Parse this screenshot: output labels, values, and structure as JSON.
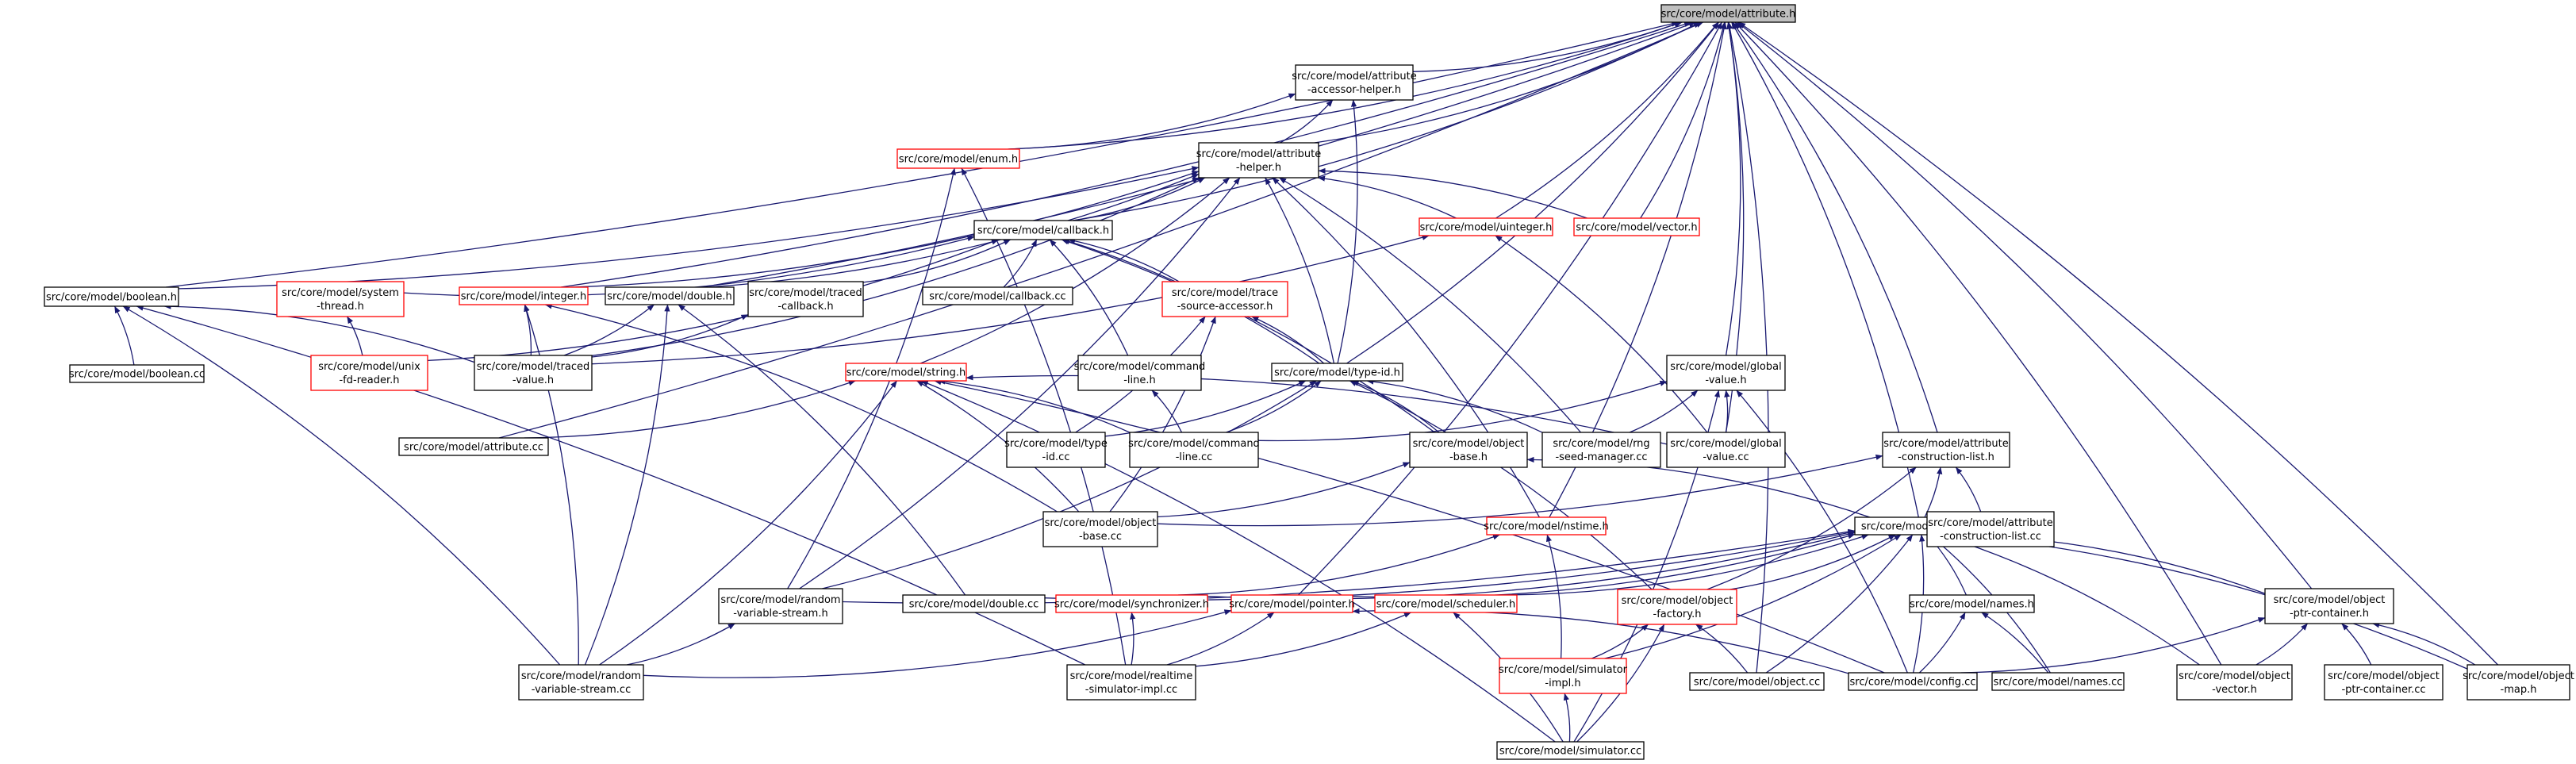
{
  "colors": {
    "edge": "#191970",
    "root_fill": "#bfbfbf",
    "node_fill": "#ffffff",
    "normal_border": "#000000",
    "truncated_border": "#ff0000"
  },
  "nodes": [
    {
      "id": "attribute_h",
      "lines": [
        "src/core/model/attribute.h"
      ],
      "style": "root"
    },
    {
      "id": "accessor_helper_h",
      "lines": [
        "src/core/model/attribute",
        "-accessor-helper.h"
      ],
      "style": "normal"
    },
    {
      "id": "enum_h",
      "lines": [
        "src/core/model/enum.h"
      ],
      "style": "truncated"
    },
    {
      "id": "attribute_helper_h",
      "lines": [
        "src/core/model/attribute",
        "-helper.h"
      ],
      "style": "normal"
    },
    {
      "id": "uinteger_h",
      "lines": [
        "src/core/model/uinteger.h"
      ],
      "style": "truncated"
    },
    {
      "id": "vector_h",
      "lines": [
        "src/core/model/vector.h"
      ],
      "style": "truncated"
    },
    {
      "id": "callback_h",
      "lines": [
        "src/core/model/callback.h"
      ],
      "style": "normal"
    },
    {
      "id": "boolean_h",
      "lines": [
        "src/core/model/boolean.h"
      ],
      "style": "normal"
    },
    {
      "id": "system_thread_h",
      "lines": [
        "src/core/model/system",
        "-thread.h"
      ],
      "style": "truncated"
    },
    {
      "id": "integer_h",
      "lines": [
        "src/core/model/integer.h"
      ],
      "style": "truncated"
    },
    {
      "id": "double_h",
      "lines": [
        "src/core/model/double.h"
      ],
      "style": "normal"
    },
    {
      "id": "traced_callback_h",
      "lines": [
        "src/core/model/traced",
        "-callback.h"
      ],
      "style": "normal"
    },
    {
      "id": "callback_cc",
      "lines": [
        "src/core/model/callback.cc"
      ],
      "style": "normal"
    },
    {
      "id": "trace_source_accessor_h",
      "lines": [
        "src/core/model/trace",
        "-source-accessor.h"
      ],
      "style": "truncated"
    },
    {
      "id": "boolean_cc",
      "lines": [
        "src/core/model/boolean.cc"
      ],
      "style": "normal"
    },
    {
      "id": "unix_fd_reader_h",
      "lines": [
        "src/core/model/unix",
        "-fd-reader.h"
      ],
      "style": "truncated"
    },
    {
      "id": "traced_value_h",
      "lines": [
        "src/core/model/traced",
        "-value.h"
      ],
      "style": "normal"
    },
    {
      "id": "command_line_h",
      "lines": [
        "src/core/model/command",
        "-line.h"
      ],
      "style": "normal"
    },
    {
      "id": "type_id_h",
      "lines": [
        "src/core/model/type-id.h"
      ],
      "style": "normal"
    },
    {
      "id": "global_value_h",
      "lines": [
        "src/core/model/global",
        "-value.h"
      ],
      "style": "normal"
    },
    {
      "id": "string_h",
      "lines": [
        "src/core/model/string.h"
      ],
      "style": "truncated"
    },
    {
      "id": "attribute_cc",
      "lines": [
        "src/core/model/attribute.cc"
      ],
      "style": "normal"
    },
    {
      "id": "type_id_cc",
      "lines": [
        "src/core/model/type",
        "-id.cc"
      ],
      "style": "normal"
    },
    {
      "id": "command_line_cc",
      "lines": [
        "src/core/model/command",
        "-line.cc"
      ],
      "style": "normal"
    },
    {
      "id": "object_base_h",
      "lines": [
        "src/core/model/object",
        "-base.h"
      ],
      "style": "normal"
    },
    {
      "id": "rng_seed_manager_cc",
      "lines": [
        "src/core/model/rng",
        "-seed-manager.cc"
      ],
      "style": "normal"
    },
    {
      "id": "global_value_cc",
      "lines": [
        "src/core/model/global",
        "-value.cc"
      ],
      "style": "normal"
    },
    {
      "id": "construction_list_h",
      "lines": [
        "src/core/model/attribute",
        "-construction-list.h"
      ],
      "style": "normal"
    },
    {
      "id": "object_base_cc",
      "lines": [
        "src/core/model/object",
        "-base.cc"
      ],
      "style": "normal"
    },
    {
      "id": "nstime_h",
      "lines": [
        "src/core/model/nstime.h"
      ],
      "style": "truncated"
    },
    {
      "id": "object_h",
      "lines": [
        "src/core/model/object.h"
      ],
      "style": "normal"
    },
    {
      "id": "construction_list_cc",
      "lines": [
        "src/core/model/attribute",
        "-construction-list.cc"
      ],
      "style": "normal"
    },
    {
      "id": "random_variable_stream_h",
      "lines": [
        "src/core/model/random",
        "-variable-stream.h"
      ],
      "style": "normal"
    },
    {
      "id": "double_cc",
      "lines": [
        "src/core/model/double.cc"
      ],
      "style": "normal"
    },
    {
      "id": "synchronizer_h",
      "lines": [
        "src/core/model/synchronizer.h"
      ],
      "style": "truncated"
    },
    {
      "id": "pointer_h",
      "lines": [
        "src/core/model/pointer.h"
      ],
      "style": "truncated"
    },
    {
      "id": "scheduler_h",
      "lines": [
        "src/core/model/scheduler.h"
      ],
      "style": "truncated"
    },
    {
      "id": "object_factory_h",
      "lines": [
        "src/core/model/object",
        "-factory.h"
      ],
      "style": "truncated"
    },
    {
      "id": "names_h",
      "lines": [
        "src/core/model/names.h"
      ],
      "style": "normal"
    },
    {
      "id": "object_ptr_container_h",
      "lines": [
        "src/core/model/object",
        "-ptr-container.h"
      ],
      "style": "normal"
    },
    {
      "id": "random_variable_stream_cc",
      "lines": [
        "src/core/model/random",
        "-variable-stream.cc"
      ],
      "style": "normal"
    },
    {
      "id": "realtime_simulator_impl_cc",
      "lines": [
        "src/core/model/realtime",
        "-simulator-impl.cc"
      ],
      "style": "normal"
    },
    {
      "id": "simulator_impl_h",
      "lines": [
        "src/core/model/simulator",
        "-impl.h"
      ],
      "style": "truncated"
    },
    {
      "id": "object_cc",
      "lines": [
        "src/core/model/object.cc"
      ],
      "style": "normal"
    },
    {
      "id": "config_cc",
      "lines": [
        "src/core/model/config.cc"
      ],
      "style": "normal"
    },
    {
      "id": "names_cc",
      "lines": [
        "src/core/model/names.cc"
      ],
      "style": "normal"
    },
    {
      "id": "object_vector_h",
      "lines": [
        "src/core/model/object",
        "-vector.h"
      ],
      "style": "normal"
    },
    {
      "id": "object_ptr_container_cc",
      "lines": [
        "src/core/model/object",
        "-ptr-container.cc"
      ],
      "style": "normal"
    },
    {
      "id": "object_map_h",
      "lines": [
        "src/core/model/object",
        "-map.h"
      ],
      "style": "normal"
    },
    {
      "id": "simulator_cc",
      "lines": [
        "src/core/model/simulator.cc"
      ],
      "style": "normal"
    }
  ],
  "edges": [
    [
      "accessor_helper_h",
      "attribute_h"
    ],
    [
      "enum_h",
      "attribute_h"
    ],
    [
      "attribute_helper_h",
      "attribute_h"
    ],
    [
      "uinteger_h",
      "attribute_h"
    ],
    [
      "vector_h",
      "attribute_h"
    ],
    [
      "callback_h",
      "attribute_h"
    ],
    [
      "boolean_h",
      "attribute_h"
    ],
    [
      "integer_h",
      "attribute_h"
    ],
    [
      "double_h",
      "attribute_h"
    ],
    [
      "type_id_h",
      "attribute_h"
    ],
    [
      "global_value_h",
      "attribute_h"
    ],
    [
      "global_value_cc",
      "attribute_h"
    ],
    [
      "construction_list_h",
      "attribute_h"
    ],
    [
      "nstime_h",
      "attribute_h"
    ],
    [
      "object_h",
      "attribute_h"
    ],
    [
      "pointer_h",
      "attribute_h"
    ],
    [
      "object_ptr_container_h",
      "attribute_h"
    ],
    [
      "object_cc",
      "attribute_h"
    ],
    [
      "object_vector_h",
      "attribute_h"
    ],
    [
      "object_map_h",
      "attribute_h"
    ],
    [
      "attribute_cc",
      "attribute_h"
    ],
    [
      "enum_h",
      "accessor_helper_h"
    ],
    [
      "attribute_helper_h",
      "accessor_helper_h"
    ],
    [
      "type_id_h",
      "accessor_helper_h"
    ],
    [
      "random_variable_stream_h",
      "enum_h"
    ],
    [
      "realtime_simulator_impl_cc",
      "enum_h"
    ],
    [
      "callback_h",
      "attribute_helper_h"
    ],
    [
      "boolean_h",
      "attribute_helper_h"
    ],
    [
      "integer_h",
      "attribute_helper_h"
    ],
    [
      "double_h",
      "attribute_helper_h"
    ],
    [
      "uinteger_h",
      "attribute_helper_h"
    ],
    [
      "vector_h",
      "attribute_helper_h"
    ],
    [
      "type_id_h",
      "attribute_helper_h"
    ],
    [
      "string_h",
      "attribute_helper_h"
    ],
    [
      "nstime_h",
      "attribute_helper_h"
    ],
    [
      "rng_seed_manager_cc",
      "attribute_helper_h"
    ],
    [
      "traced_value_h",
      "attribute_helper_h"
    ],
    [
      "random_variable_stream_h",
      "attribute_helper_h"
    ],
    [
      "system_thread_h",
      "callback_h"
    ],
    [
      "traced_callback_h",
      "callback_h"
    ],
    [
      "callback_cc",
      "callback_h"
    ],
    [
      "trace_source_accessor_h",
      "callback_h"
    ],
    [
      "unix_fd_reader_h",
      "callback_h"
    ],
    [
      "command_line_h",
      "callback_h"
    ],
    [
      "type_id_h",
      "callback_h"
    ],
    [
      "object_base_h",
      "callback_h"
    ],
    [
      "traced_value_h",
      "uinteger_h"
    ],
    [
      "global_value_cc",
      "uinteger_h"
    ],
    [
      "boolean_cc",
      "boolean_h"
    ],
    [
      "traced_value_h",
      "boolean_h"
    ],
    [
      "random_variable_stream_cc",
      "boolean_h"
    ],
    [
      "realtime_simulator_impl_cc",
      "boolean_h"
    ],
    [
      "unix_fd_reader_h",
      "system_thread_h"
    ],
    [
      "traced_value_h",
      "integer_h"
    ],
    [
      "random_variable_stream_cc",
      "integer_h"
    ],
    [
      "object_base_cc",
      "integer_h"
    ],
    [
      "traced_value_h",
      "double_h"
    ],
    [
      "random_variable_stream_cc",
      "double_h"
    ],
    [
      "double_cc",
      "double_h"
    ],
    [
      "traced_value_h",
      "traced_callback_h"
    ],
    [
      "type_id_h",
      "trace_source_accessor_h"
    ],
    [
      "type_id_cc",
      "trace_source_accessor_h"
    ],
    [
      "object_base_cc",
      "trace_source_accessor_h"
    ],
    [
      "command_line_cc",
      "command_line_h"
    ],
    [
      "type_id_cc",
      "type_id_h"
    ],
    [
      "command_line_cc",
      "type_id_h"
    ],
    [
      "object_base_h",
      "type_id_h"
    ],
    [
      "rng_seed_manager_cc",
      "type_id_h"
    ],
    [
      "random_variable_stream_h",
      "type_id_h"
    ],
    [
      "object_factory_h",
      "type_id_h"
    ],
    [
      "command_line_cc",
      "global_value_h"
    ],
    [
      "rng_seed_manager_cc",
      "global_value_h"
    ],
    [
      "global_value_cc",
      "global_value_h"
    ],
    [
      "config_cc",
      "global_value_h"
    ],
    [
      "simulator_cc",
      "global_value_h"
    ],
    [
      "attribute_cc",
      "string_h"
    ],
    [
      "object_base_cc",
      "string_h"
    ],
    [
      "command_line_cc",
      "string_h"
    ],
    [
      "global_value_cc",
      "string_h"
    ],
    [
      "random_variable_stream_cc",
      "string_h"
    ],
    [
      "simulator_cc",
      "string_h"
    ],
    [
      "config_cc",
      "string_h"
    ],
    [
      "object_base_cc",
      "object_base_h"
    ],
    [
      "object_h",
      "object_base_h"
    ],
    [
      "object_h",
      "construction_list_h"
    ],
    [
      "construction_list_cc",
      "construction_list_h"
    ],
    [
      "object_base_cc",
      "construction_list_h"
    ],
    [
      "object_factory_h",
      "construction_list_h"
    ],
    [
      "synchronizer_h",
      "nstime_h"
    ],
    [
      "simulator_impl_h",
      "nstime_h"
    ],
    [
      "random_variable_stream_h",
      "object_h"
    ],
    [
      "double_cc",
      "object_h"
    ],
    [
      "synchronizer_h",
      "object_h"
    ],
    [
      "pointer_h",
      "object_h"
    ],
    [
      "scheduler_h",
      "object_h"
    ],
    [
      "object_factory_h",
      "object_h"
    ],
    [
      "names_h",
      "object_h"
    ],
    [
      "object_ptr_container_h",
      "object_h"
    ],
    [
      "simulator_impl_h",
      "object_h"
    ],
    [
      "object_cc",
      "object_h"
    ],
    [
      "config_cc",
      "object_h"
    ],
    [
      "names_cc",
      "object_h"
    ],
    [
      "object_vector_h",
      "object_h"
    ],
    [
      "object_map_h",
      "object_h"
    ],
    [
      "random_variable_stream_cc",
      "random_variable_stream_h"
    ],
    [
      "realtime_simulator_impl_cc",
      "synchronizer_h"
    ],
    [
      "random_variable_stream_cc",
      "pointer_h"
    ],
    [
      "realtime_simulator_impl_cc",
      "pointer_h"
    ],
    [
      "config_cc",
      "pointer_h"
    ],
    [
      "realtime_simulator_impl_cc",
      "scheduler_h"
    ],
    [
      "simulator_cc",
      "scheduler_h"
    ],
    [
      "simulator_impl_h",
      "object_factory_h"
    ],
    [
      "object_cc",
      "object_factory_h"
    ],
    [
      "simulator_cc",
      "object_factory_h"
    ],
    [
      "config_cc",
      "names_h"
    ],
    [
      "names_cc",
      "names_h"
    ],
    [
      "config_cc",
      "object_ptr_container_h"
    ],
    [
      "object_vector_h",
      "object_ptr_container_h"
    ],
    [
      "object_ptr_container_cc",
      "object_ptr_container_h"
    ],
    [
      "object_map_h",
      "object_ptr_container_h"
    ],
    [
      "simulator_cc",
      "simulator_impl_h"
    ]
  ]
}
